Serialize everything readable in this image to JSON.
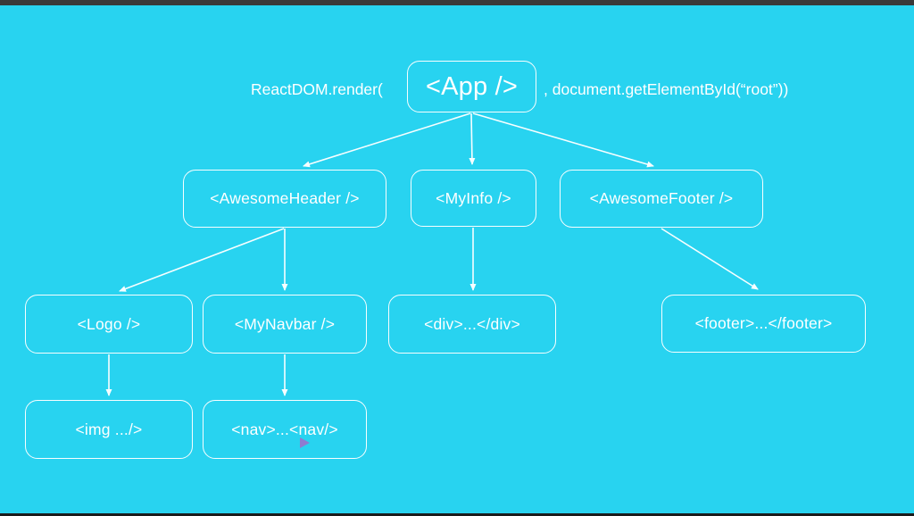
{
  "meta": {
    "background_color": "#28d3f0",
    "line_color": "#f7feff",
    "text_color": "#ffffff",
    "cursor_color": "#8e7cd0",
    "letterbox_top_color": "#3a3a3a",
    "letterbox_bottom_color": "#1b1b1b"
  },
  "render_call": {
    "prefix": "ReactDOM.render(",
    "suffix": ", document.getElementById(“root”))"
  },
  "nodes": {
    "app": "<App />",
    "awesome_header": "<AwesomeHeader />",
    "my_info": "<MyInfo />",
    "awesome_footer": "<AwesomeFooter />",
    "logo": "<Logo />",
    "my_navbar": "<MyNavbar />",
    "div": "<div>...</div>",
    "footer": "<footer>...</footer>",
    "img": "<img .../>",
    "nav": "<nav>...<nav/>"
  },
  "edges": [
    {
      "from": "app",
      "to": "awesome_header"
    },
    {
      "from": "app",
      "to": "my_info"
    },
    {
      "from": "app",
      "to": "awesome_footer"
    },
    {
      "from": "awesome_header",
      "to": "logo"
    },
    {
      "from": "awesome_header",
      "to": "my_navbar"
    },
    {
      "from": "my_info",
      "to": "div"
    },
    {
      "from": "awesome_footer",
      "to": "footer"
    },
    {
      "from": "logo",
      "to": "img"
    },
    {
      "from": "my_navbar",
      "to": "nav"
    }
  ]
}
